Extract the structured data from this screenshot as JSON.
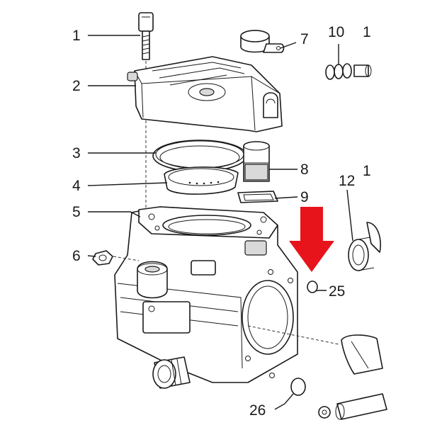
{
  "labels": {
    "l1": "1",
    "l2": "2",
    "l3": "3",
    "l4": "4",
    "l5": "5",
    "l6": "6",
    "l7": "7",
    "l8": "8",
    "l9": "9",
    "l10": "10",
    "l11": "1",
    "l12": "12",
    "l13": "1",
    "l25": "25",
    "l26": "26"
  },
  "colors": {
    "arrow": "#e8141c",
    "ink": "#1a1a1a"
  },
  "arrow_target": "25"
}
